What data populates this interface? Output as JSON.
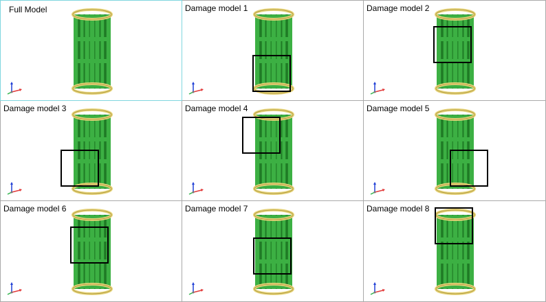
{
  "viewports": [
    {
      "title": "Full Model",
      "damage_box": null
    },
    {
      "title": "Damage model 1",
      "damage_box": "bottom"
    },
    {
      "title": "Damage model 2",
      "damage_box": "upper-right"
    },
    {
      "title": "Damage model 3",
      "damage_box": "lower-left"
    },
    {
      "title": "Damage model 4",
      "damage_box": "upper-left"
    },
    {
      "title": "Damage model 5",
      "damage_box": "lower-right"
    },
    {
      "title": "Damage model 6",
      "damage_box": "upper-right"
    },
    {
      "title": "Damage model 7",
      "damage_box": "middle-lower"
    },
    {
      "title": "Damage model 8",
      "damage_box": "top-ring"
    }
  ],
  "active_viewport": 0,
  "colors": {
    "cage_green": "#3cb043",
    "cage_green_dark": "#1f7a25",
    "ring_gold": "#e7d47a",
    "ring_gold_dark": "#a8923a",
    "damage_box": "#000000",
    "viewport_border": "#a9a9a9",
    "active_border": "#7fd6df"
  },
  "icons": {
    "axis_triad": "xyz-axis-triad-icon"
  }
}
